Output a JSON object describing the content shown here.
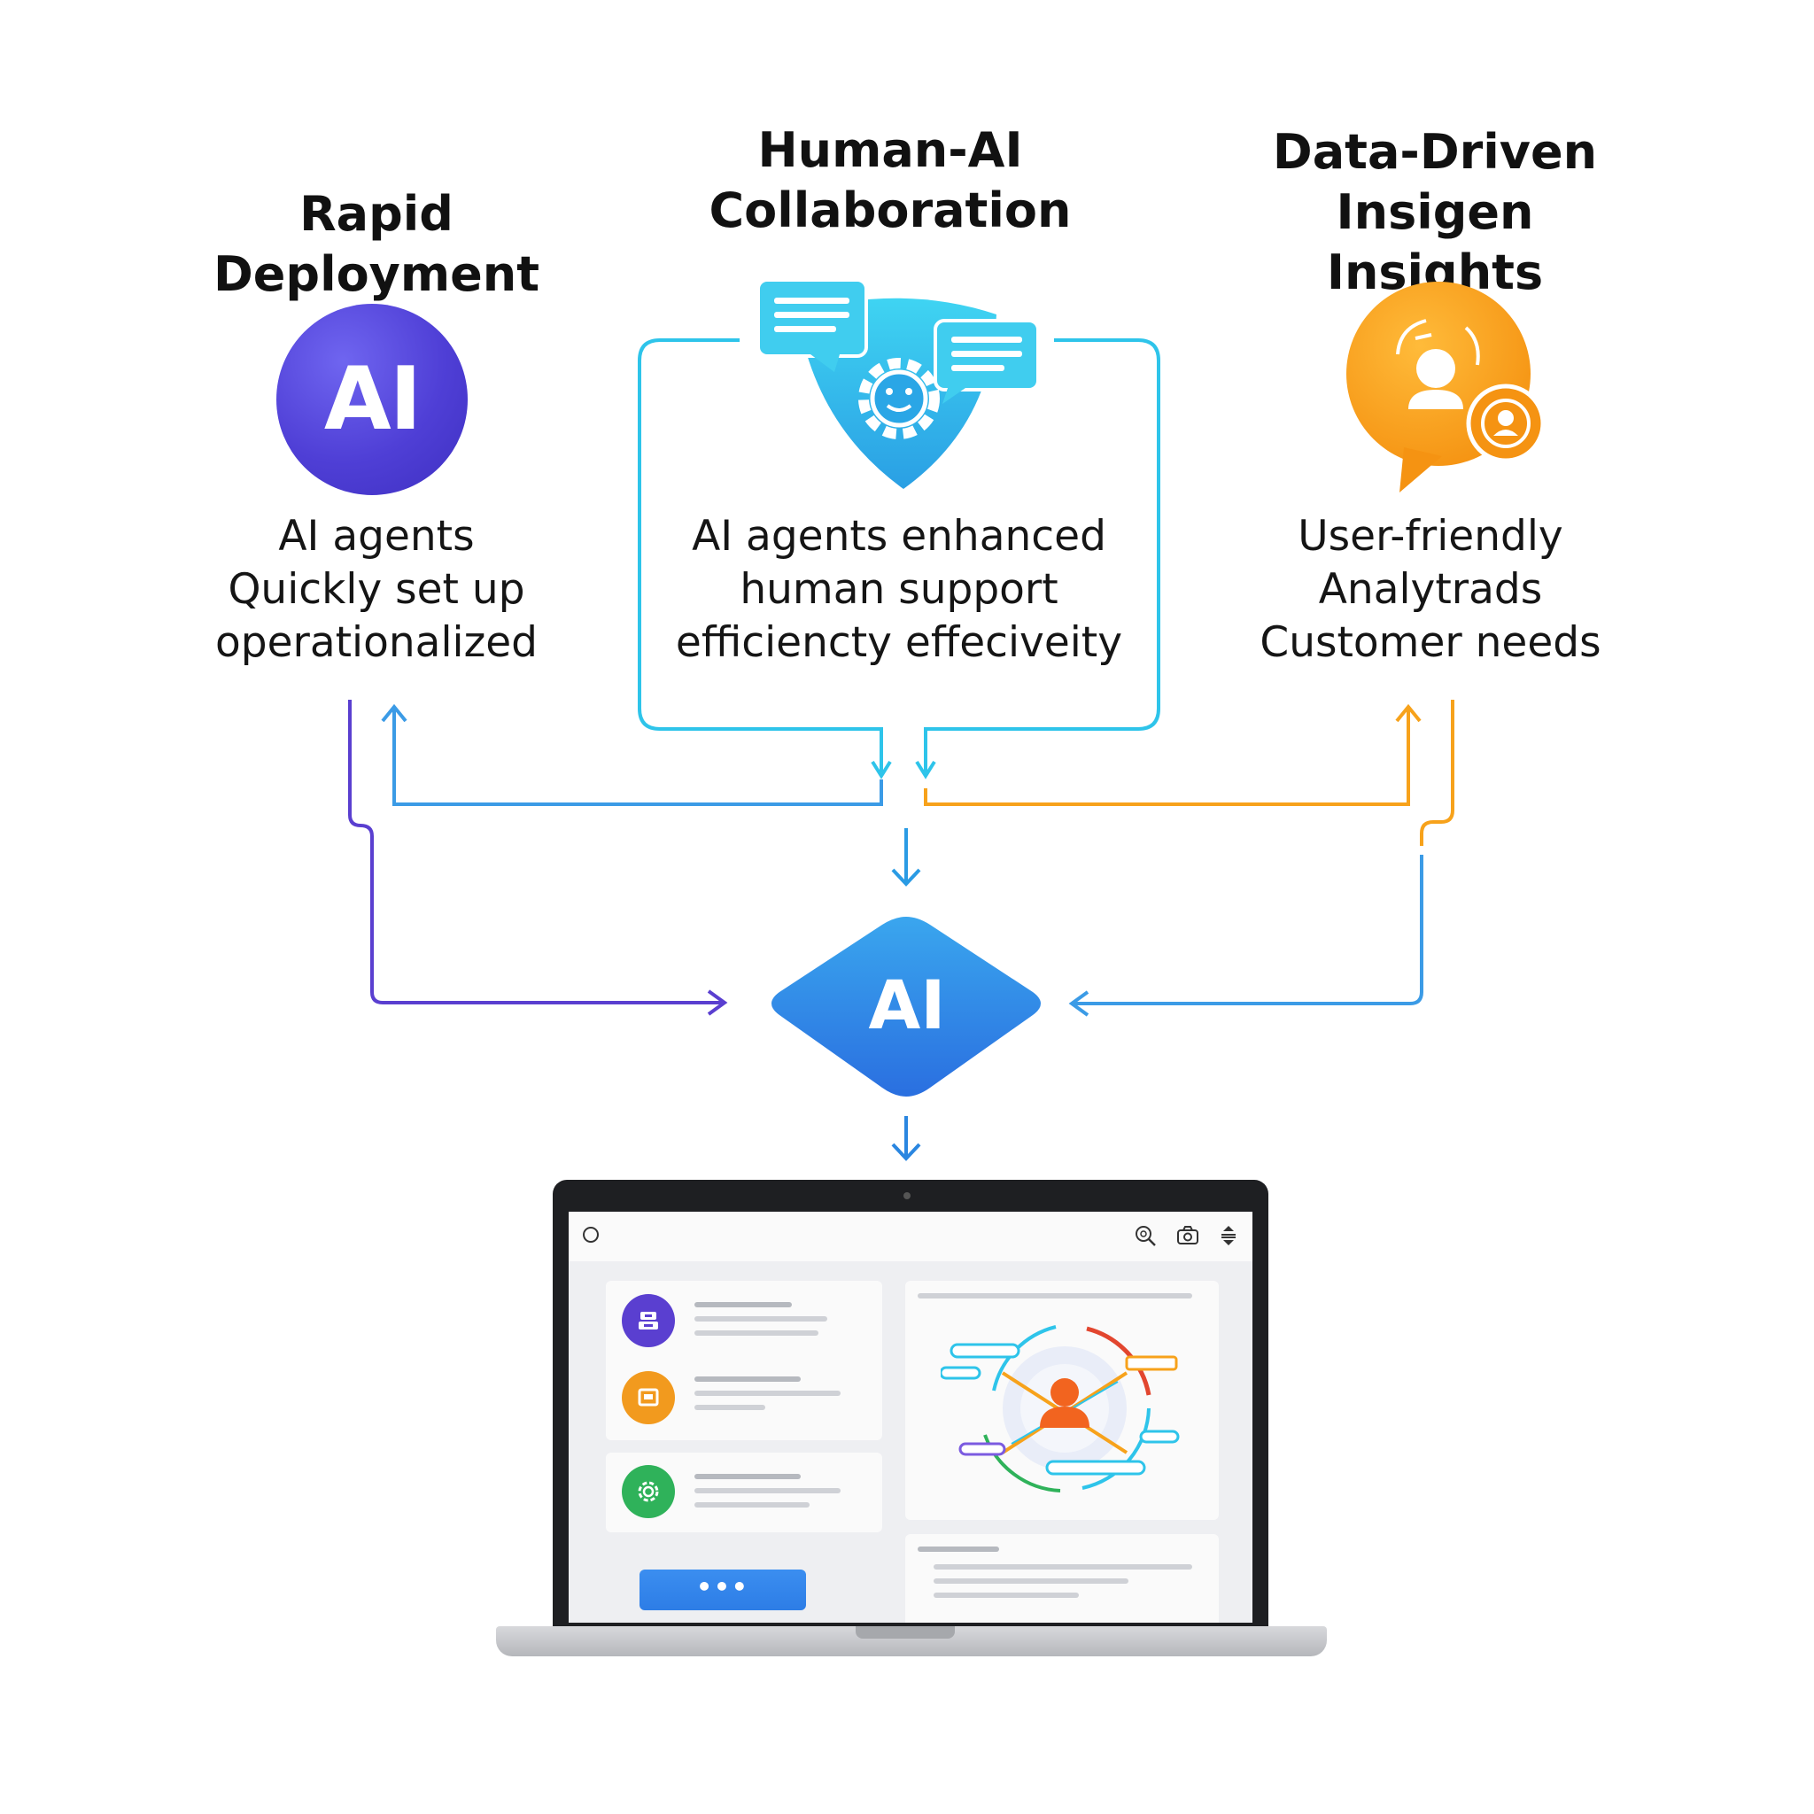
{
  "columns": [
    {
      "title": "Rapid Deployment",
      "description": "AI agents\nQuickly set up\noperationalized",
      "icon": "ai-circle-icon",
      "badge": "AI",
      "color": "#4f3fd6"
    },
    {
      "title": "Human-AI\nCollaboration",
      "description": "AI agents enhanced\nhuman support\nefficiencty effeciveity",
      "icon": "chat-shield-icon",
      "color": "#2ec4ea"
    },
    {
      "title": "Data-Driven\nInsigen Insights",
      "description": "User-friendly\nAnalytrads\nCustomer needs",
      "icon": "user-analytics-bubble-icon",
      "color": "#f7a21b"
    }
  ],
  "hub": {
    "label": "AI",
    "color": "#2d86e8"
  },
  "laptop": {
    "toolbar_icons": [
      "search-icon",
      "camera-icon",
      "sort-icon"
    ],
    "list_items": [
      {
        "icon": "inbox-icon",
        "color": "#5a3fd0"
      },
      {
        "icon": "monitor-icon",
        "color": "#f29a1e"
      },
      {
        "icon": "settings-icon",
        "color": "#2fb25a"
      }
    ],
    "more_button_label": "•••"
  }
}
